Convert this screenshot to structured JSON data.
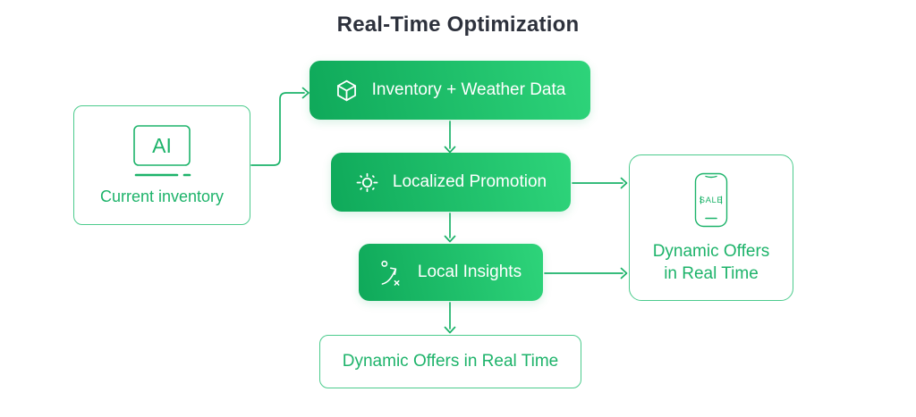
{
  "title": "Real-Time Optimization",
  "colors": {
    "accent_green": "#1bb269",
    "gradient_start": "#0fa95a",
    "gradient_end": "#2ed47a",
    "outline_border": "#4ccb8d",
    "green_text": "#1db36a",
    "title_text": "#2d313c",
    "node_text": "#ffffff"
  },
  "nodes": {
    "current_inventory": {
      "label": "Current inventory",
      "icon": "ai-icon",
      "ai_text": "AI"
    },
    "inventory_weather_data": {
      "label": "Inventory + Weather Data",
      "icon": "cube-icon"
    },
    "localized_promotion": {
      "label": "Localized Promotion",
      "icon": "sun-icon"
    },
    "local_insights": {
      "label": "Local Insights",
      "icon": "strategy-icon"
    },
    "dynamic_offers_bottom": {
      "label": "Dynamic Offers in Real Time"
    },
    "dynamic_offers_right": {
      "label_line1": "Dynamic Offers",
      "label_line2": "in Real Time",
      "icon": "phone-sale-icon",
      "phone_screen_text": "SALE"
    }
  },
  "connections": [
    {
      "from": "current_inventory",
      "to": "inventory_weather_data"
    },
    {
      "from": "inventory_weather_data",
      "to": "localized_promotion"
    },
    {
      "from": "localized_promotion",
      "to": "local_insights"
    },
    {
      "from": "localized_promotion",
      "to": "dynamic_offers_right"
    },
    {
      "from": "local_insights",
      "to": "dynamic_offers_right"
    },
    {
      "from": "local_insights",
      "to": "dynamic_offers_bottom"
    }
  ]
}
